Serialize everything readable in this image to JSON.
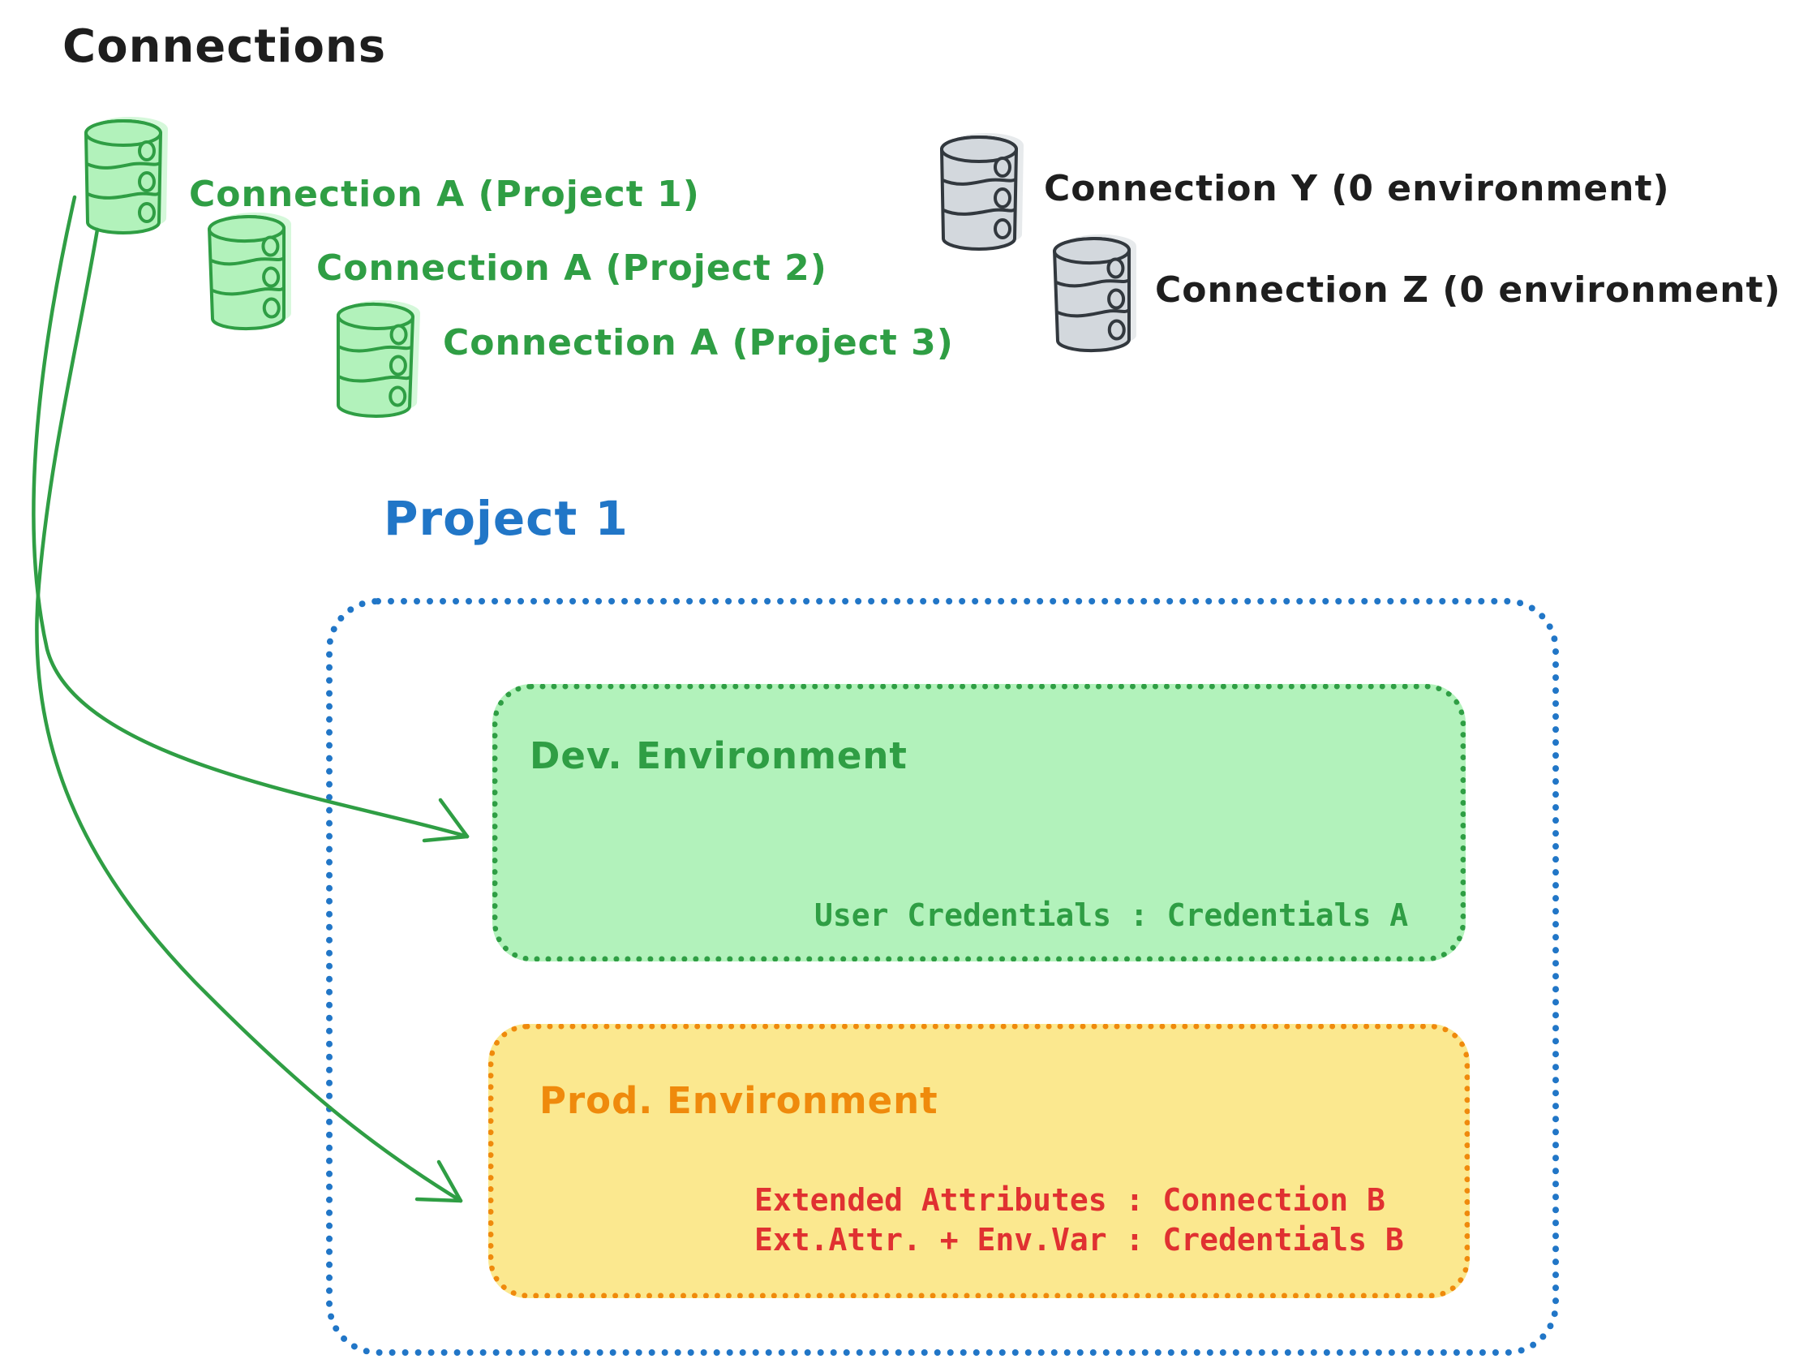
{
  "title": "Connections",
  "connection_groups": {
    "project_connections": [
      {
        "label": "Connection A (Project 1)"
      },
      {
        "label": "Connection A (Project 2)"
      },
      {
        "label": "Connection A (Project 3)"
      }
    ],
    "unassigned_connections": [
      {
        "label": "Connection Y (0 environment)"
      },
      {
        "label": "Connection Z (0 environment)"
      }
    ]
  },
  "project": {
    "title": "Project 1",
    "environments": {
      "dev": {
        "name": "Dev. Environment",
        "lines": [
          "User Credentials : Credentials A"
        ]
      },
      "prod": {
        "name": "Prod. Environment",
        "lines": [
          "Extended Attributes : Connection B",
          "Ext.Attr. + Env.Var : Credentials B"
        ]
      }
    }
  },
  "icons": {
    "database": "database-cylinder-icon",
    "arrow_dev": "arrow-to-dev-environment",
    "arrow_prod": "arrow-to-prod-environment"
  },
  "colors": {
    "ink": "#1e1e1e",
    "green_stroke": "#2f9e44",
    "green_fill": "#b2f2bb",
    "gray_stroke": "#32383e",
    "gray_fill": "#d3d8dd",
    "blue": "#2176c7",
    "orange": "#ef8a0c",
    "yellow_fill": "#fbe88f",
    "red": "#e03131"
  }
}
